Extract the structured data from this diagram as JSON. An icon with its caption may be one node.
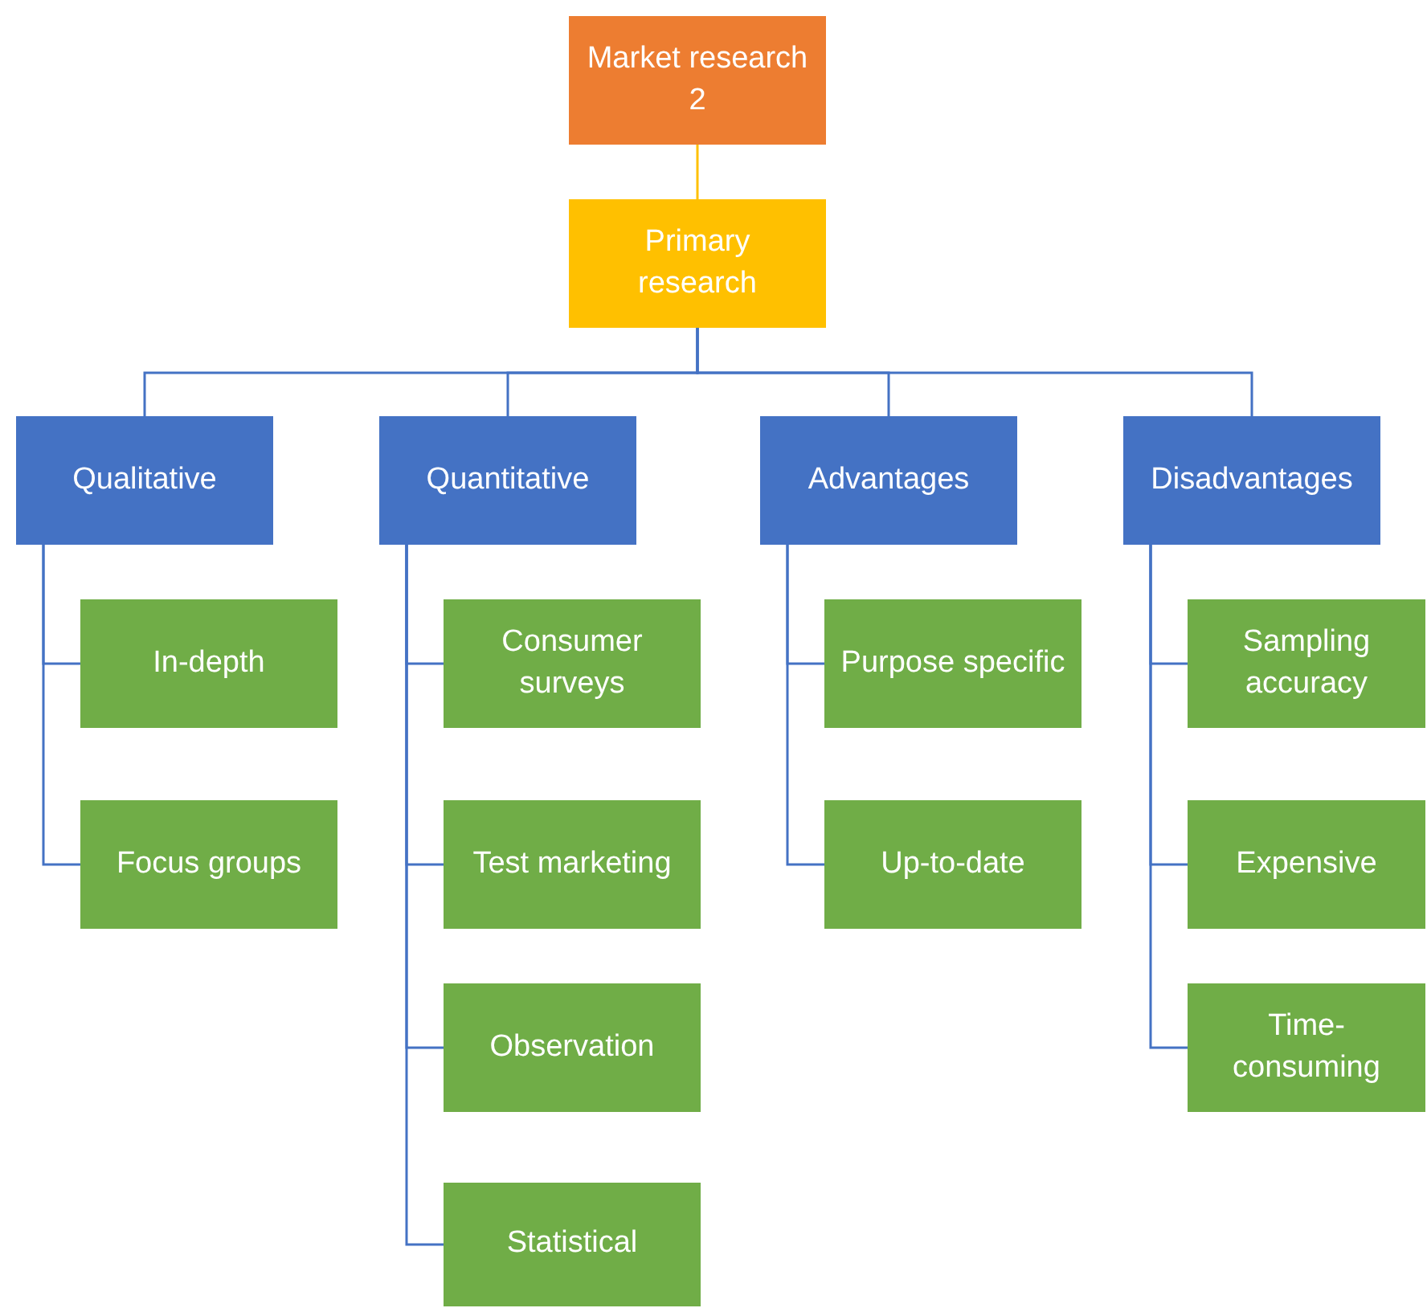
{
  "diagram": {
    "nodes": [
      {
        "text": [
          "Market research 2"
        ]
      },
      {
        "text": [
          "Primary research"
        ]
      },
      {
        "text": [
          "Qualitative"
        ]
      },
      {
        "text": [
          "Quantitative"
        ]
      },
      {
        "text": [
          "Advantages"
        ]
      },
      {
        "text": [
          "Disadvantages"
        ]
      },
      {
        "text": [
          "In-depth"
        ]
      },
      {
        "text": [
          "Focus groups"
        ]
      },
      {
        "text": [
          "Consumer surveys"
        ]
      },
      {
        "text": [
          "Test marketing"
        ]
      },
      {
        "text": [
          "Observation"
        ]
      },
      {
        "text": [
          "Statistical"
        ]
      },
      {
        "text": [
          "Purpose specific"
        ]
      },
      {
        "text": [
          "Up-to-date"
        ]
      },
      {
        "text": [
          "Sampling accuracy"
        ]
      },
      {
        "text": [
          "Expensive"
        ]
      },
      {
        "text": [
          "Time-consuming"
        ]
      }
    ],
    "edges": [
      {
        "from": 0,
        "to": 1,
        "arrow": "none",
        "color": "#ffc000"
      },
      {
        "from": 1,
        "to": 2,
        "arrow": "none"
      },
      {
        "from": 1,
        "to": 3,
        "arrow": "none"
      },
      {
        "from": 1,
        "to": 4,
        "arrow": "none"
      },
      {
        "from": 1,
        "to": 5,
        "arrow": "none"
      },
      {
        "from": 2,
        "to": 6,
        "arrow": "none"
      },
      {
        "from": 2,
        "to": 7,
        "arrow": "none"
      },
      {
        "from": 3,
        "to": 8,
        "arrow": "none"
      },
      {
        "from": 3,
        "to": 9,
        "arrow": "none"
      },
      {
        "from": 3,
        "to": 10,
        "arrow": "none"
      },
      {
        "from": 3,
        "to": 11,
        "arrow": "none"
      },
      {
        "from": 4,
        "to": 12,
        "arrow": "none"
      },
      {
        "from": 4,
        "to": 13,
        "arrow": "none"
      },
      {
        "from": 5,
        "to": 14,
        "arrow": "none"
      },
      {
        "from": 5,
        "to": 15,
        "arrow": "none"
      },
      {
        "from": 5,
        "to": 16,
        "arrow": "none"
      }
    ]
  }
}
